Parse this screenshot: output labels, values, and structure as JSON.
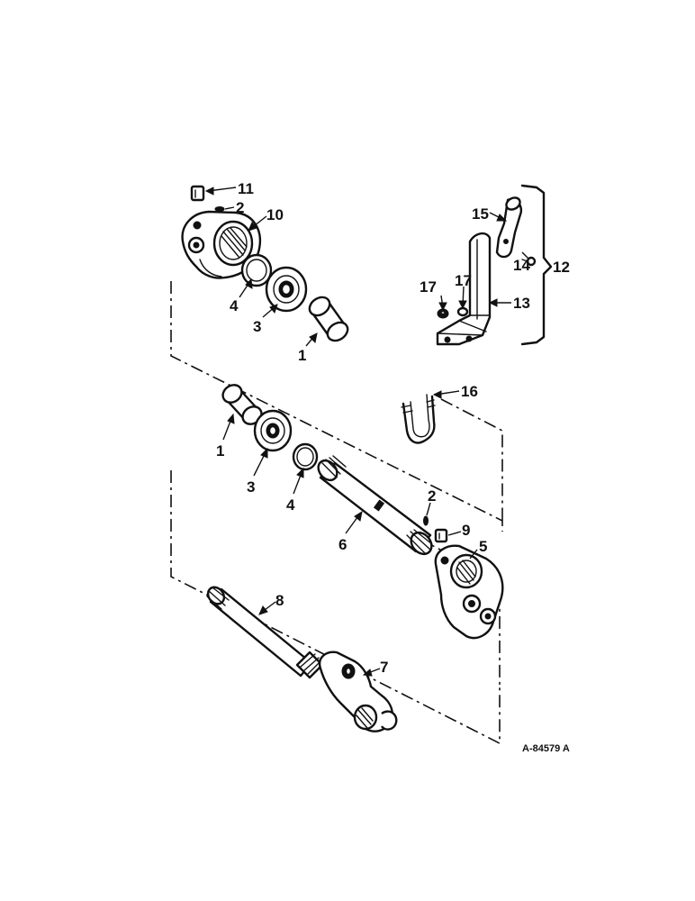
{
  "callouts": {
    "c1_upper": "1",
    "c1_lower": "1",
    "c2_upper": "2",
    "c2_lower": "2",
    "c3_upper": "3",
    "c3_lower": "3",
    "c4_upper": "4",
    "c4_lower": "4",
    "c5": "5",
    "c6": "6",
    "c7": "7",
    "c8": "8",
    "c9": "9",
    "c10": "10",
    "c11": "11",
    "c12": "12",
    "c13": "13",
    "c14": "14",
    "c15": "15",
    "c16": "16",
    "c17_left": "17",
    "c17_right": "17"
  },
  "drawing_number": "A-84579 A"
}
